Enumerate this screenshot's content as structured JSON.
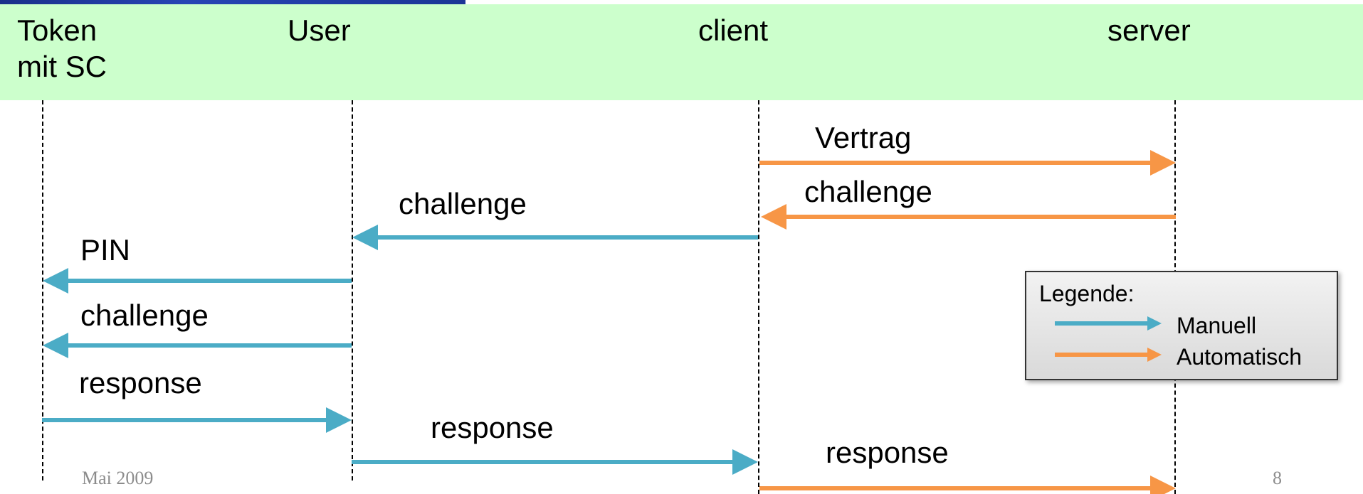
{
  "actors": {
    "token": "Token\nmit SC",
    "user": "User",
    "client": "client",
    "server": "server"
  },
  "messages": [
    {
      "label": "Vertrag",
      "from": "client",
      "to": "server",
      "kind": "automatic"
    },
    {
      "label": "challenge",
      "from": "server",
      "to": "client",
      "kind": "automatic"
    },
    {
      "label": "challenge",
      "from": "client",
      "to": "user",
      "kind": "manual"
    },
    {
      "label": "PIN",
      "from": "user",
      "to": "token",
      "kind": "manual"
    },
    {
      "label": "challenge",
      "from": "user",
      "to": "token",
      "kind": "manual"
    },
    {
      "label": "response",
      "from": "token",
      "to": "user",
      "kind": "manual"
    },
    {
      "label": "response",
      "from": "user",
      "to": "client",
      "kind": "manual"
    },
    {
      "label": "response",
      "from": "client",
      "to": "server",
      "kind": "automatic"
    }
  ],
  "legend": {
    "title": "Legende:",
    "manual": "Manuell",
    "automatic": "Automatisch"
  },
  "colors": {
    "manual": "#4bacc6",
    "automatic": "#f79646",
    "header_band": "#ccffcc"
  },
  "footer": {
    "date": "Mai 2009",
    "page": "8"
  }
}
